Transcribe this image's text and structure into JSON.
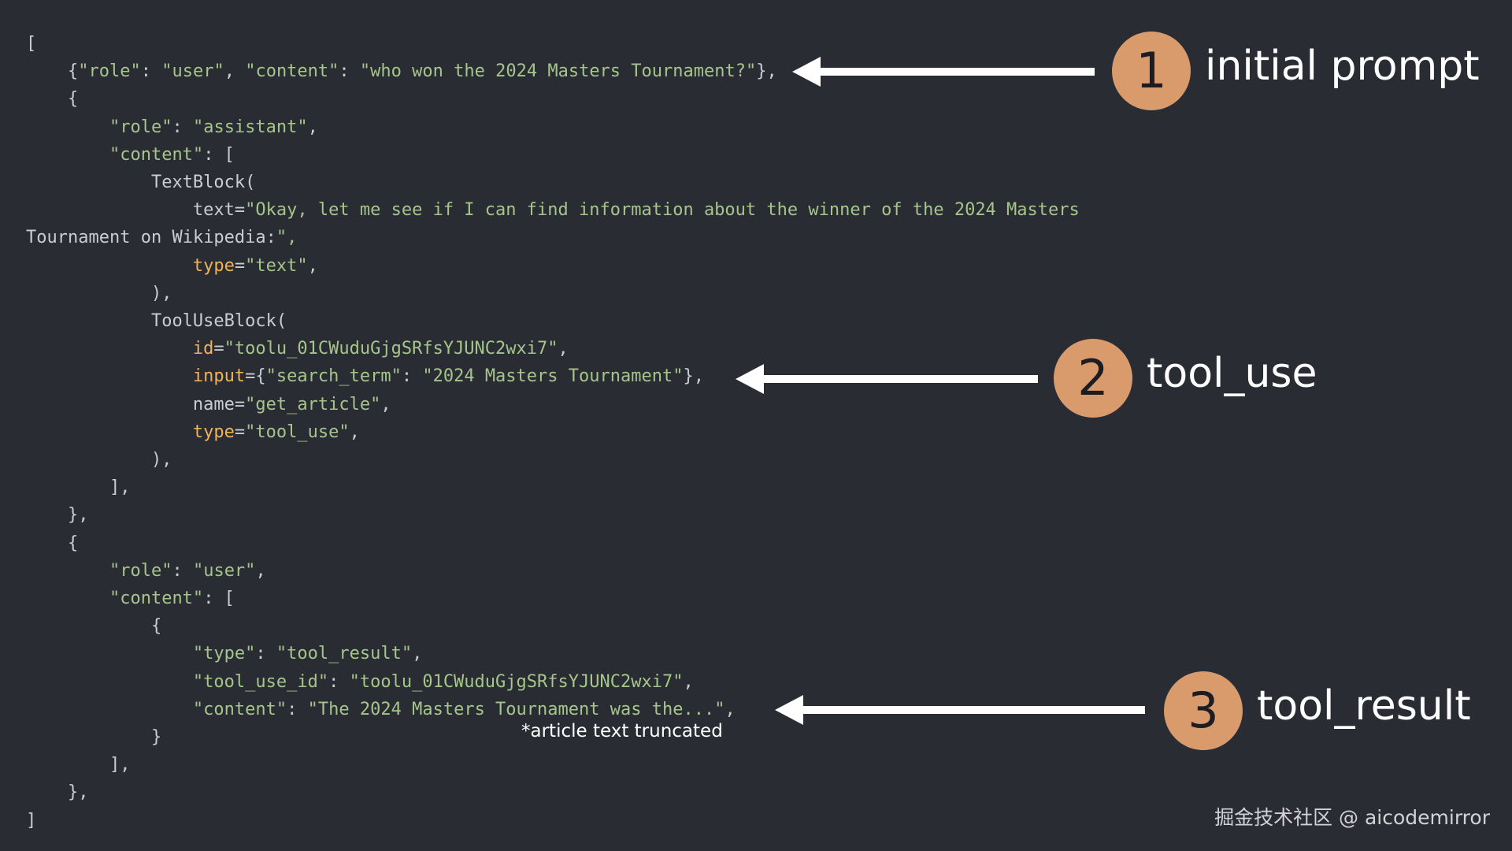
{
  "code_lines": [
    "[",
    "    {\"role\": \"user\", \"content\": \"who won the 2024 Masters Tournament?\"},",
    "    {",
    "        \"role\": \"assistant\",",
    "        \"content\": [",
    "            TextBlock(",
    "                text=\"Okay, let me see if I can find information about the winner of the 2024 Masters",
    "Tournament on Wikipedia:\",",
    "                type=\"text\",",
    "            ),",
    "            ToolUseBlock(",
    "                id=\"toolu_01CWuduGjgSRfsYJUNC2wxi7\",",
    "                input={\"search_term\": \"2024 Masters Tournament\"},",
    "                name=\"get_article\",",
    "                type=\"tool_use\",",
    "            ),",
    "        ],",
    "    },",
    "    {",
    "        \"role\": \"user\",",
    "        \"content\": [",
    "            {",
    "                \"type\": \"tool_result\",",
    "                \"tool_use_id\": \"toolu_01CWuduGjgSRfsYJUNC2wxi7\",",
    "                \"content\": \"The 2024 Masters Tournament was the...\",",
    "            }",
    "        ],",
    "    },",
    "]"
  ],
  "callouts": [
    {
      "number": "1",
      "label": "initial prompt"
    },
    {
      "number": "2",
      "label": "tool_use"
    },
    {
      "number": "3",
      "label": "tool_result"
    }
  ],
  "note": "*article text truncated",
  "watermark": "掘金技术社区 @ aicodemirror",
  "colors": {
    "background": "#2a2c33",
    "badge": "#d99a6c",
    "string": "#a6c58b",
    "keyword": "#f0b35c",
    "plain": "#c9ccd2"
  }
}
